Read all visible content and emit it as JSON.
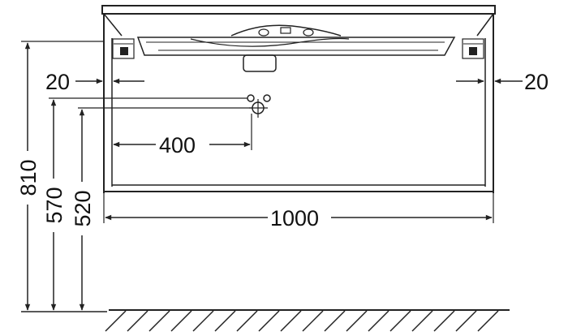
{
  "drawing": {
    "dim_side_left": "20",
    "dim_side_right": "20",
    "dim_outlet_offset": "400",
    "dim_width": "1000",
    "dim_total_height": "810",
    "dim_upper_outlet_height": "570",
    "dim_lower_outlet_height": "520"
  }
}
